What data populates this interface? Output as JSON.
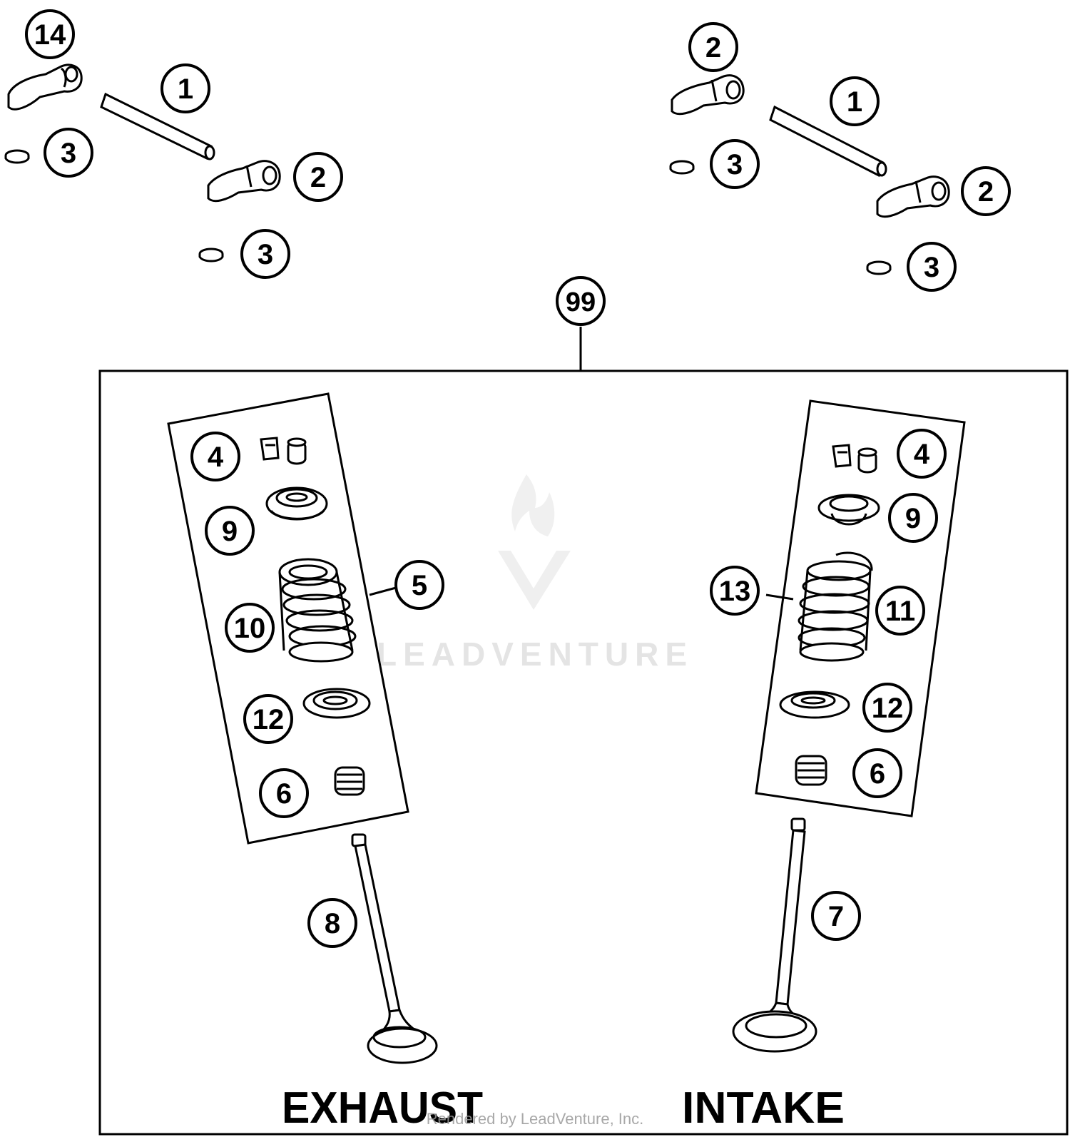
{
  "callouts": {
    "c14": "14",
    "c1_left": "1",
    "c3_left_top": "3",
    "c2_left": "2",
    "c3_left_bottom": "3",
    "c2_right_top": "2",
    "c1_right": "1",
    "c3_right_top": "3",
    "c2_right": "2",
    "c3_right_bottom": "3",
    "c99": "99",
    "c4_ex": "4",
    "c9_ex": "9",
    "c5": "5",
    "c10": "10",
    "c12_ex": "12",
    "c6_ex": "6",
    "c8": "8",
    "c4_in": "4",
    "c9_in": "9",
    "c13": "13",
    "c11": "11",
    "c12_in": "12",
    "c6_in": "6",
    "c7": "7"
  },
  "labels": {
    "exhaust": "EXHAUST",
    "intake": "INTAKE"
  },
  "watermark": {
    "brand": "LEADVENTURE",
    "credit": "Rendered by LeadVenture, Inc."
  },
  "colors": {
    "line": "#000000",
    "watermark": "#dcdcdc"
  }
}
